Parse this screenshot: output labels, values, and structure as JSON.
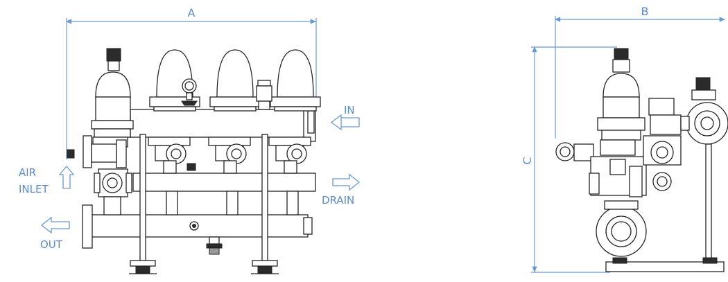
{
  "dimensions": {
    "a": "A",
    "b": "B",
    "c": "C"
  },
  "labels": {
    "in": "IN",
    "drain": "DRAIN",
    "air": "AIR",
    "inlet": "INLET",
    "out": "OUT"
  },
  "colors": {
    "annotation": "#5b8bc9",
    "drawing": "#222222"
  }
}
